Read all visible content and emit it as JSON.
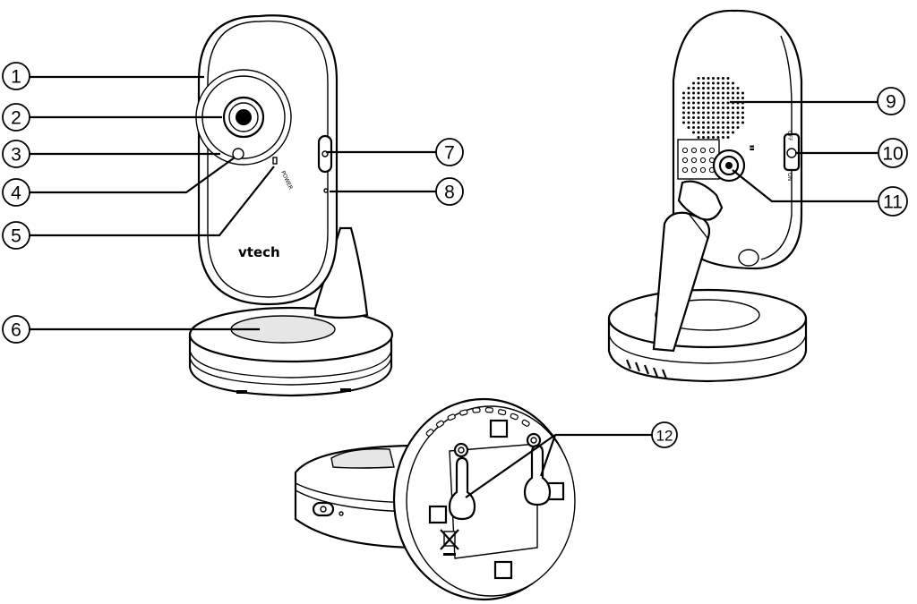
{
  "callouts": [
    {
      "id": "1",
      "label": "1"
    },
    {
      "id": "2",
      "label": "2"
    },
    {
      "id": "3",
      "label": "3"
    },
    {
      "id": "4",
      "label": "4"
    },
    {
      "id": "5",
      "label": "5"
    },
    {
      "id": "6",
      "label": "6"
    },
    {
      "id": "7",
      "label": "7"
    },
    {
      "id": "8",
      "label": "8"
    },
    {
      "id": "9",
      "label": "9"
    },
    {
      "id": "10",
      "label": "10"
    },
    {
      "id": "11",
      "label": "11"
    },
    {
      "id": "12",
      "label": "12"
    }
  ],
  "front_view": {
    "brand_logo": "vtech",
    "power_label": "POWER"
  },
  "back_view": {
    "switch_off_label": "OFF",
    "switch_on_label": "ON"
  },
  "colors": {
    "line": "#000000",
    "background": "#ffffff",
    "shade": "#e6e6e6"
  }
}
